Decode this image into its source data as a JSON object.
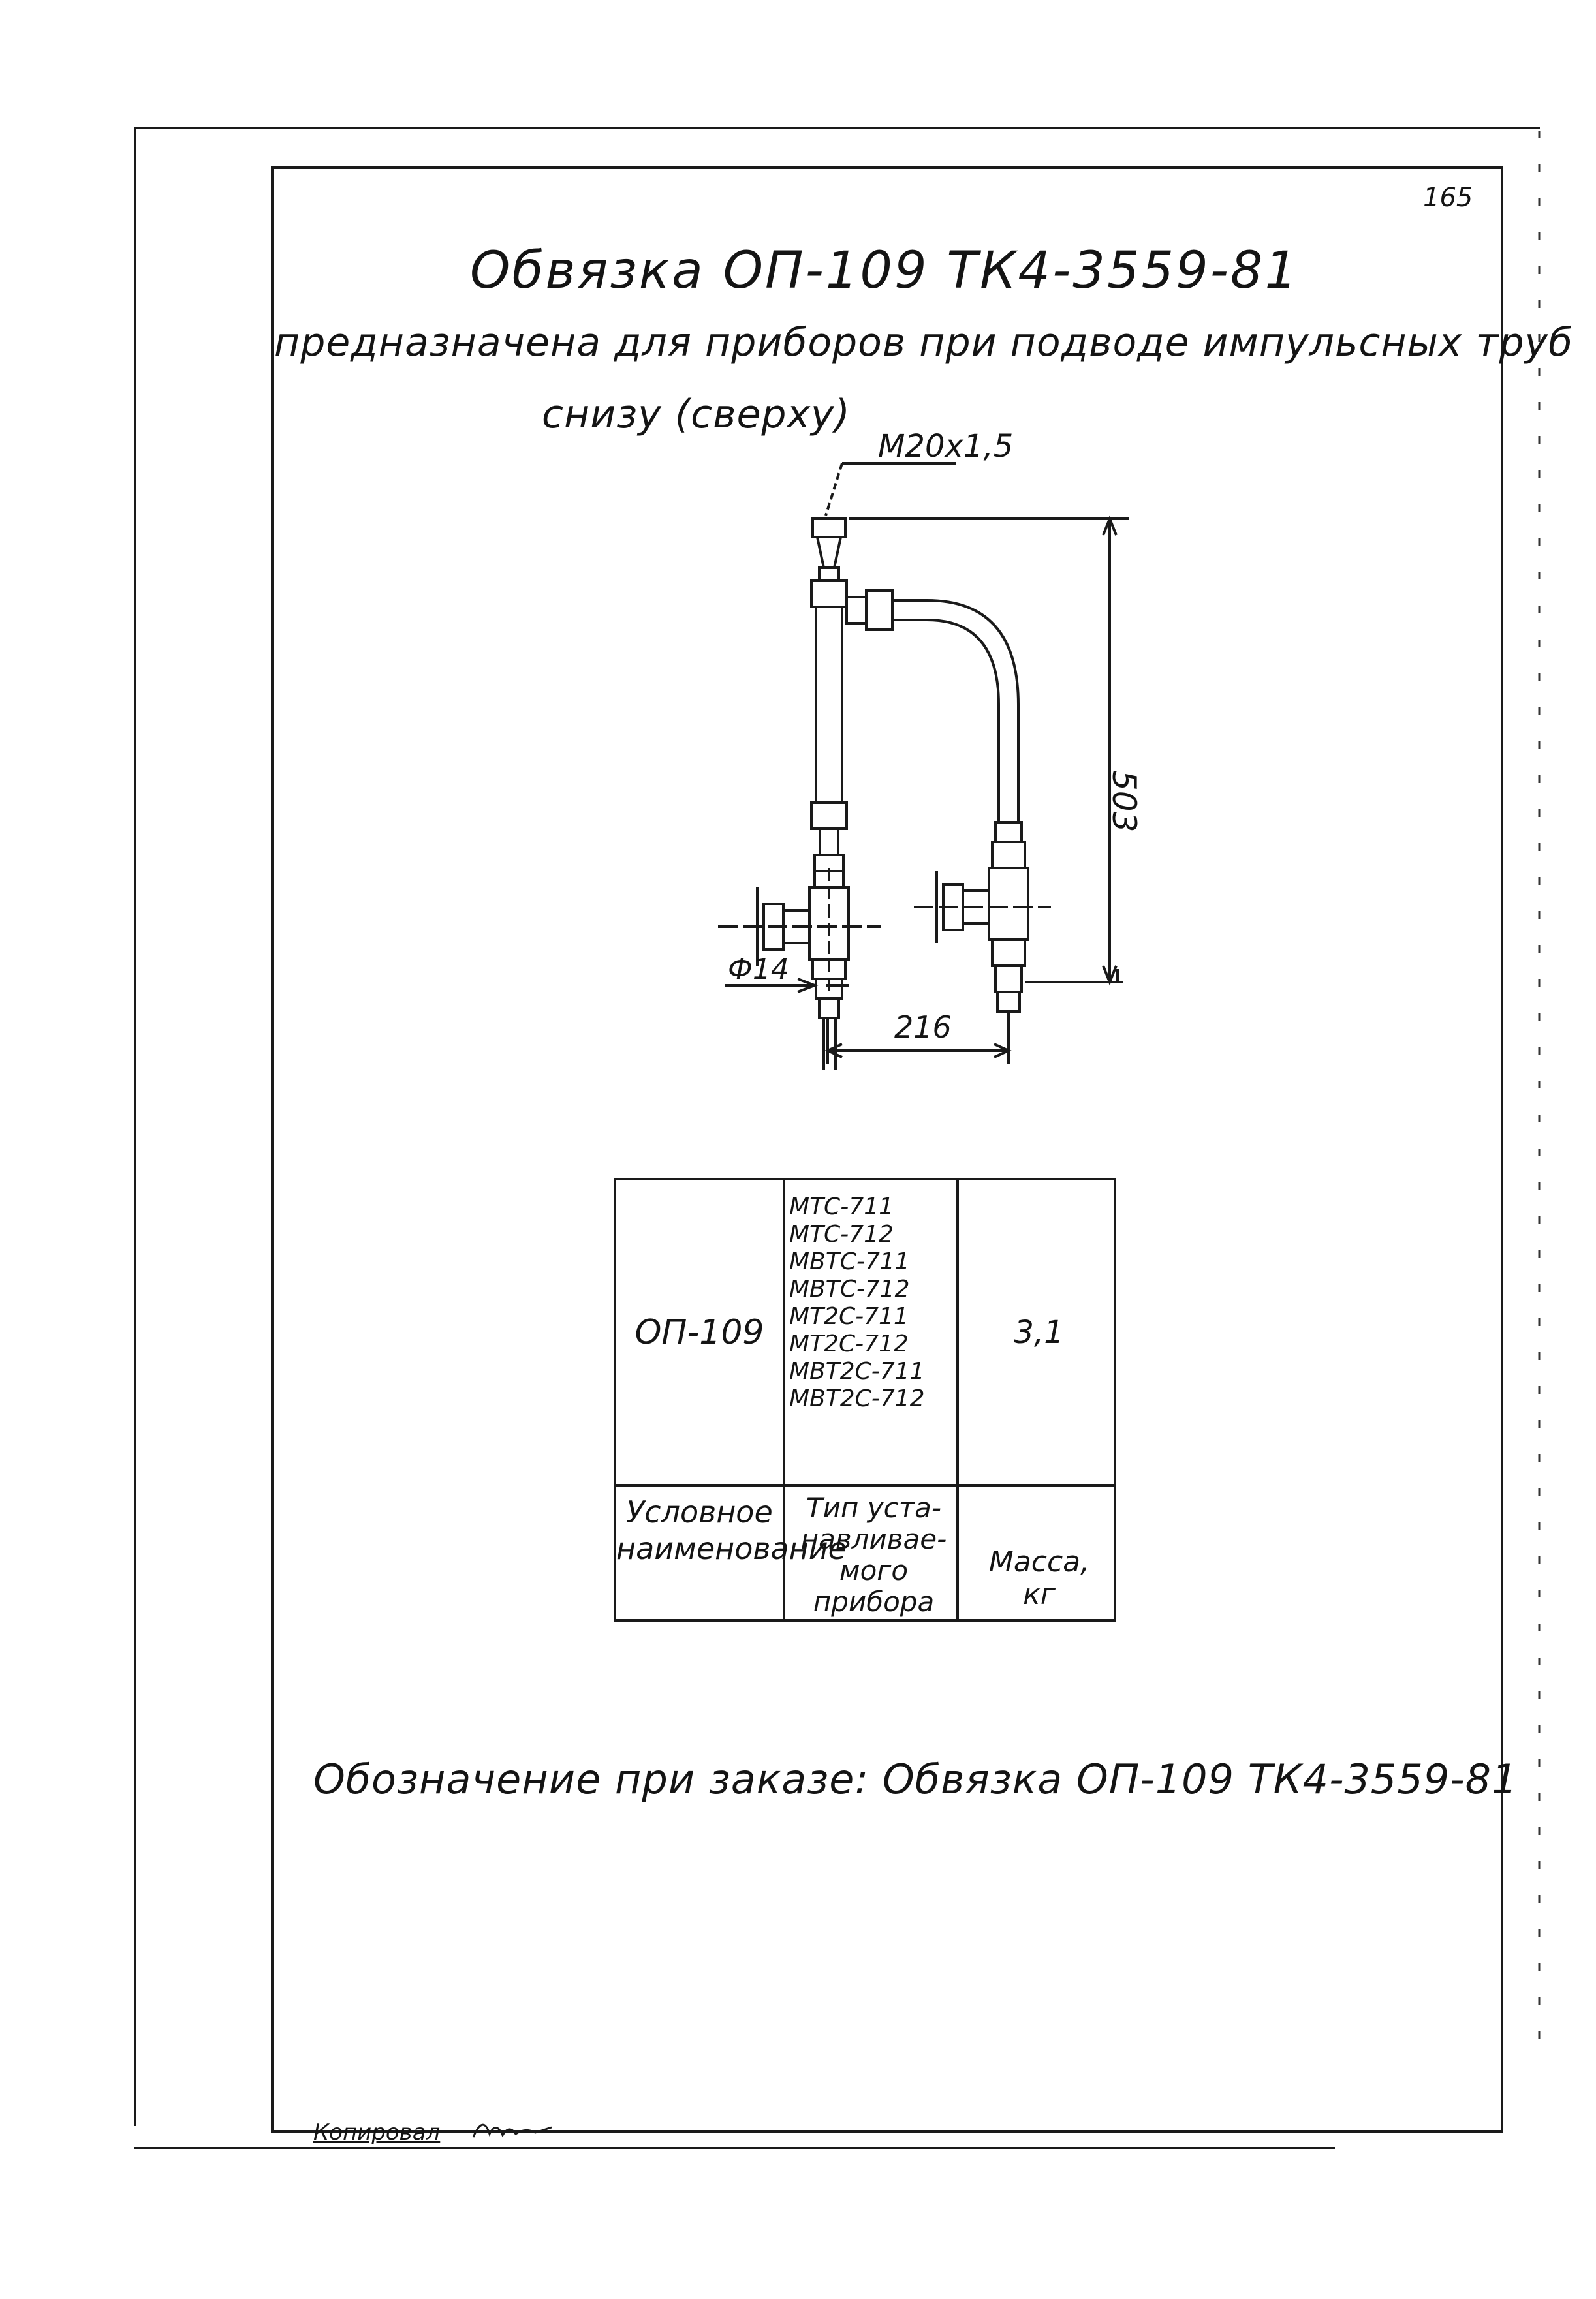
{
  "page_number": "165",
  "title": "Обвязка ОП-109 ТК4-3559-81",
  "subtitle_line1": "предназначена для приборов при подводе импульсных труб",
  "subtitle_line2": "снизу (сверху)",
  "drawing": {
    "thread_label": "М20х1,5",
    "height_label": "503",
    "diameter_label": "Ф14",
    "width_label": "216"
  },
  "table": {
    "name": "ОП-109",
    "types": [
      "МТС-711",
      "МТС-712",
      "МВТС-711",
      "МВТС-712",
      "МТ2С-711",
      "МТ2С-712",
      "МВТ2С-711",
      "МВТ2С-712"
    ],
    "mass": "3,1",
    "headers": {
      "name": "Условное\nнаименование",
      "type": "Тип уста-\nнавливае-\nмого прибора",
      "mass": "Масса,\nкг"
    }
  },
  "order_designation": "Обозначение при заказе: Обвязка ОП-109 ТК4-3559-81",
  "copyist_label": "Копировал"
}
